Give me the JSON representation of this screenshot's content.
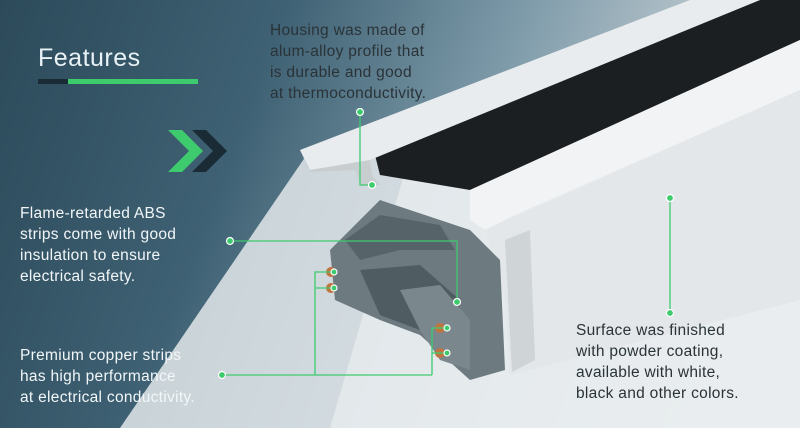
{
  "title": "Features",
  "callouts": {
    "housing": "Housing was made of\nalum-alloy profile that\nis durable and good\nat thermoconductivity.",
    "abs": "Flame-retarded ABS\nstrips come with good\ninsulation to ensure\nelectrical safety.",
    "copper": "Premium copper strips\nhas high performance\nat electrical conductivity.",
    "surface": "Surface was finished\nwith powder coating,\navailable with white,\nblack and other colors."
  },
  "colors": {
    "accent_green": "#3ecb6e",
    "dark_navy": "#1a2b36",
    "background_blue": "#3e6173",
    "profile_white": "#eceff1",
    "copper": "#c0743f"
  },
  "icons": [
    "double-chevron-right-icon"
  ]
}
